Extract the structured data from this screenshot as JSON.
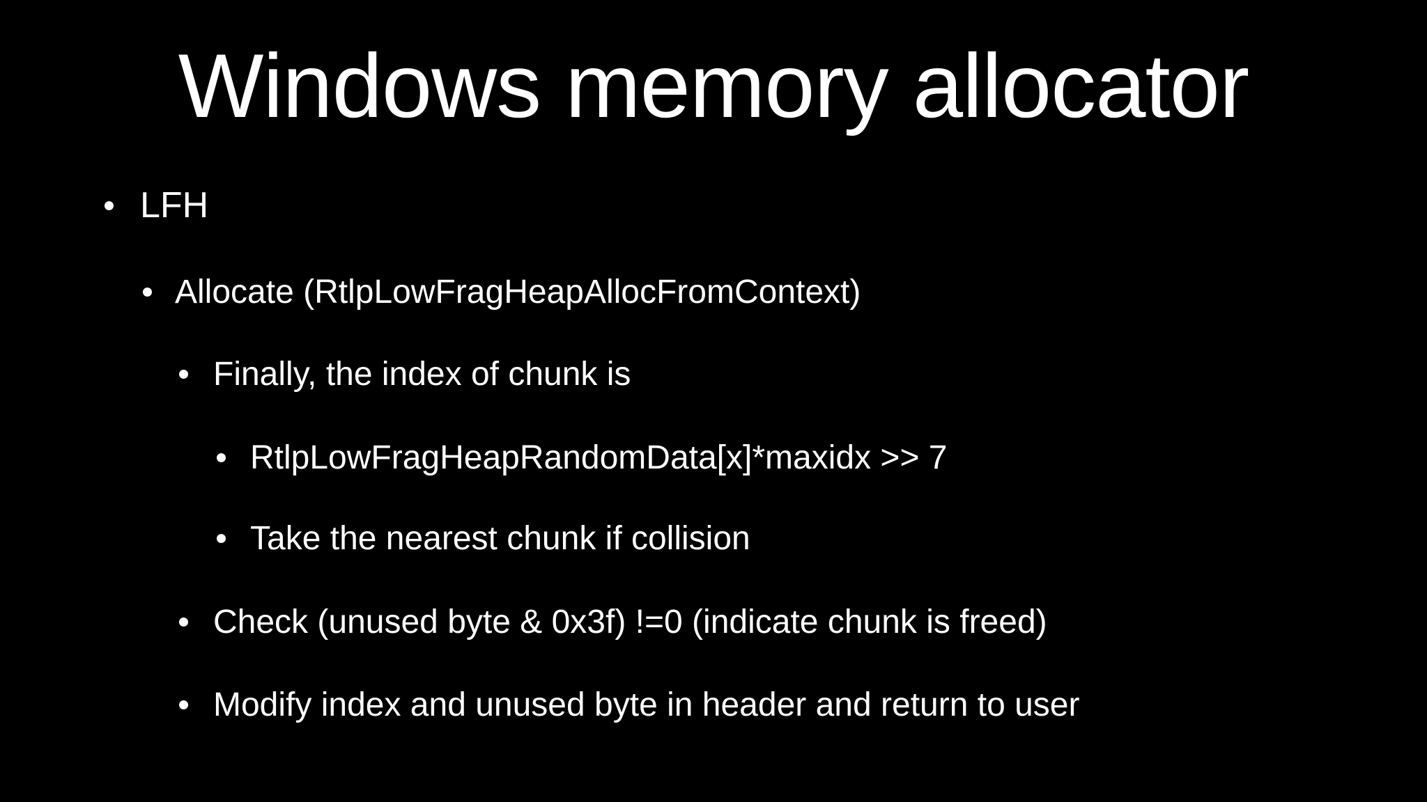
{
  "slide": {
    "title": "Windows memory allocator",
    "bullets": [
      {
        "level": 1,
        "text": "LFH"
      },
      {
        "level": 2,
        "text": "Allocate (RtlpLowFragHeapAllocFromContext)"
      },
      {
        "level": 3,
        "text": "Finally, the index of chunk is"
      },
      {
        "level": 4,
        "text": "RtlpLowFragHeapRandomData[x]*maxidx >> 7"
      },
      {
        "level": 4,
        "text": "Take the nearest chunk if collision"
      },
      {
        "level": 3,
        "text": "Check (unused byte & 0x3f) !=0 (indicate chunk is freed)"
      },
      {
        "level": 3,
        "text": "Modify index and unused byte in header and return to user"
      }
    ],
    "colors": {
      "background": "#000000",
      "text": "#ffffff"
    }
  }
}
